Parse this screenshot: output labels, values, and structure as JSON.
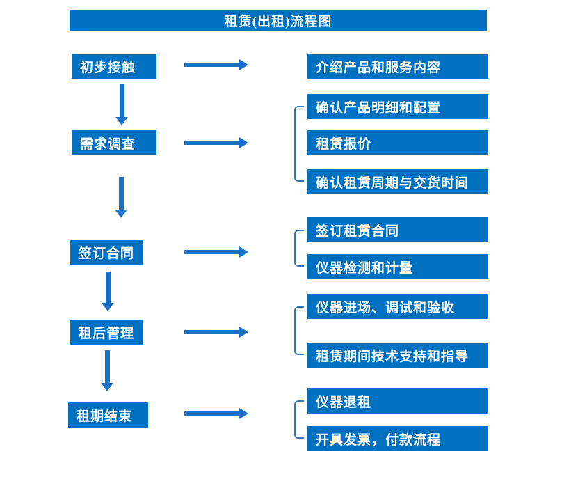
{
  "title": "租赁(出租)流程图",
  "colors": {
    "box_fill": "#0070C0",
    "arrow": "#1A70C5",
    "bracket": "#2E75B6",
    "text": "#FFFFFF",
    "background": "#FFFFFF"
  },
  "flow": {
    "rows": [
      {
        "stage": "初步接触",
        "steps": [
          "介绍产品和服务内容"
        ]
      },
      {
        "stage": "需求调查",
        "steps": [
          "确认产品明细和配置",
          "租赁报价",
          "确认租赁周期与交货时间"
        ]
      },
      {
        "stage": "签订合同",
        "steps": [
          "签订租赁合同",
          "仪器检测和计量"
        ]
      },
      {
        "stage": "租后管理",
        "steps": [
          "仪器进场、调试和验收",
          "租赁期间技术支持和指导"
        ]
      },
      {
        "stage": "租期结束",
        "steps": [
          "仪器退租",
          "开具发票，付款流程"
        ]
      }
    ]
  }
}
